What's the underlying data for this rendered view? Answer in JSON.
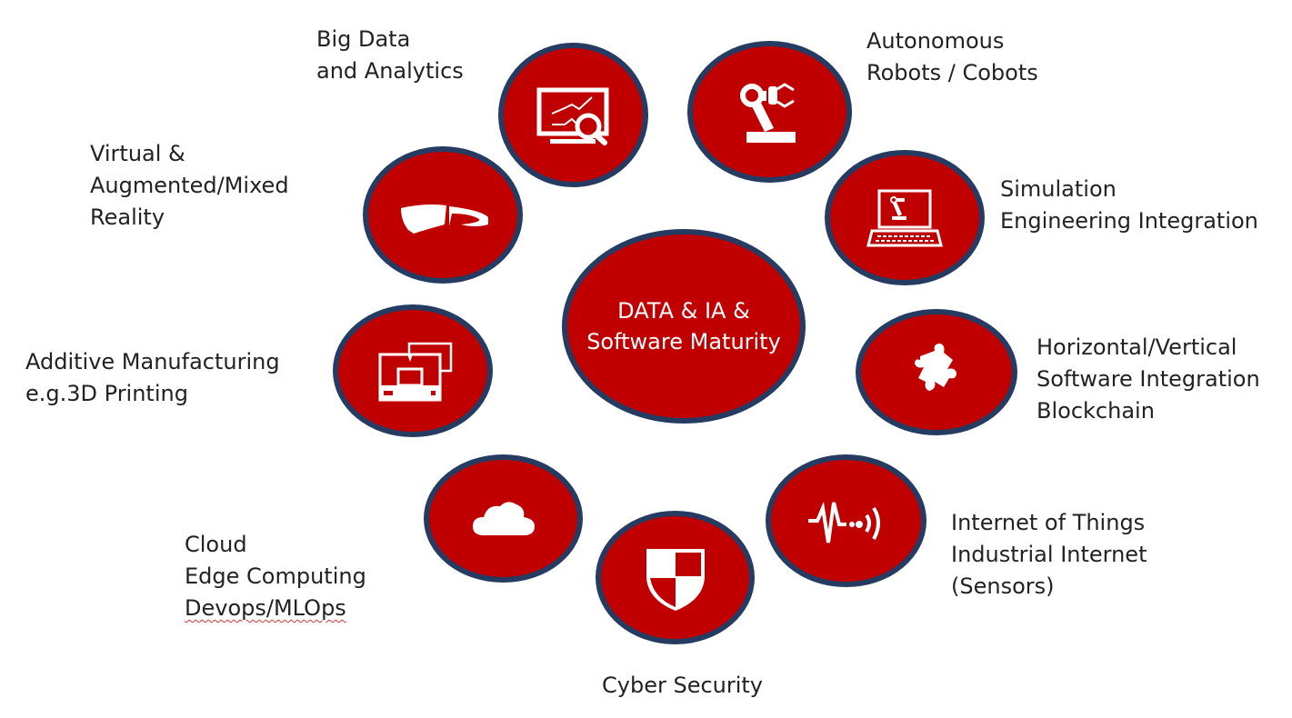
{
  "colors": {
    "node_fill": "#C00000",
    "node_border": "#253B61",
    "icon": "#FFFFFF"
  },
  "center": {
    "line1": "DATA & IA &",
    "line2": "Software Maturity"
  },
  "nodes": [
    {
      "id": "big-data",
      "icon": "monitor-chart-magnifier-icon",
      "lines": [
        "Big Data",
        "and Analytics"
      ]
    },
    {
      "id": "robots",
      "icon": "robot-arm-icon",
      "lines": [
        "Autonomous",
        "Robots / Cobots"
      ]
    },
    {
      "id": "vr",
      "icon": "headset-icon",
      "lines": [
        "Virtual &",
        "Augmented/Mixed",
        "Reality"
      ]
    },
    {
      "id": "simulation",
      "icon": "laptop-robot-icon",
      "lines": [
        "Simulation",
        "Engineering Integration"
      ]
    },
    {
      "id": "additive",
      "icon": "3d-printer-icon",
      "lines": [
        "Additive Manufacturing",
        "e.g.3D Printing"
      ]
    },
    {
      "id": "integration",
      "icon": "puzzle-piece-icon",
      "lines": [
        "Horizontal/Vertical",
        "Software Integration",
        "Blockchain"
      ]
    },
    {
      "id": "cloud",
      "icon": "cloud-icon",
      "lines": [
        "Cloud",
        "Edge Computing",
        "Devops/MLOps"
      ]
    },
    {
      "id": "iot",
      "icon": "sensor-signal-icon",
      "lines": [
        "Internet of Things",
        "Industrial Internet",
        "(Sensors)"
      ]
    },
    {
      "id": "cyber",
      "icon": "shield-icon",
      "lines": [
        "Cyber Security"
      ]
    }
  ]
}
